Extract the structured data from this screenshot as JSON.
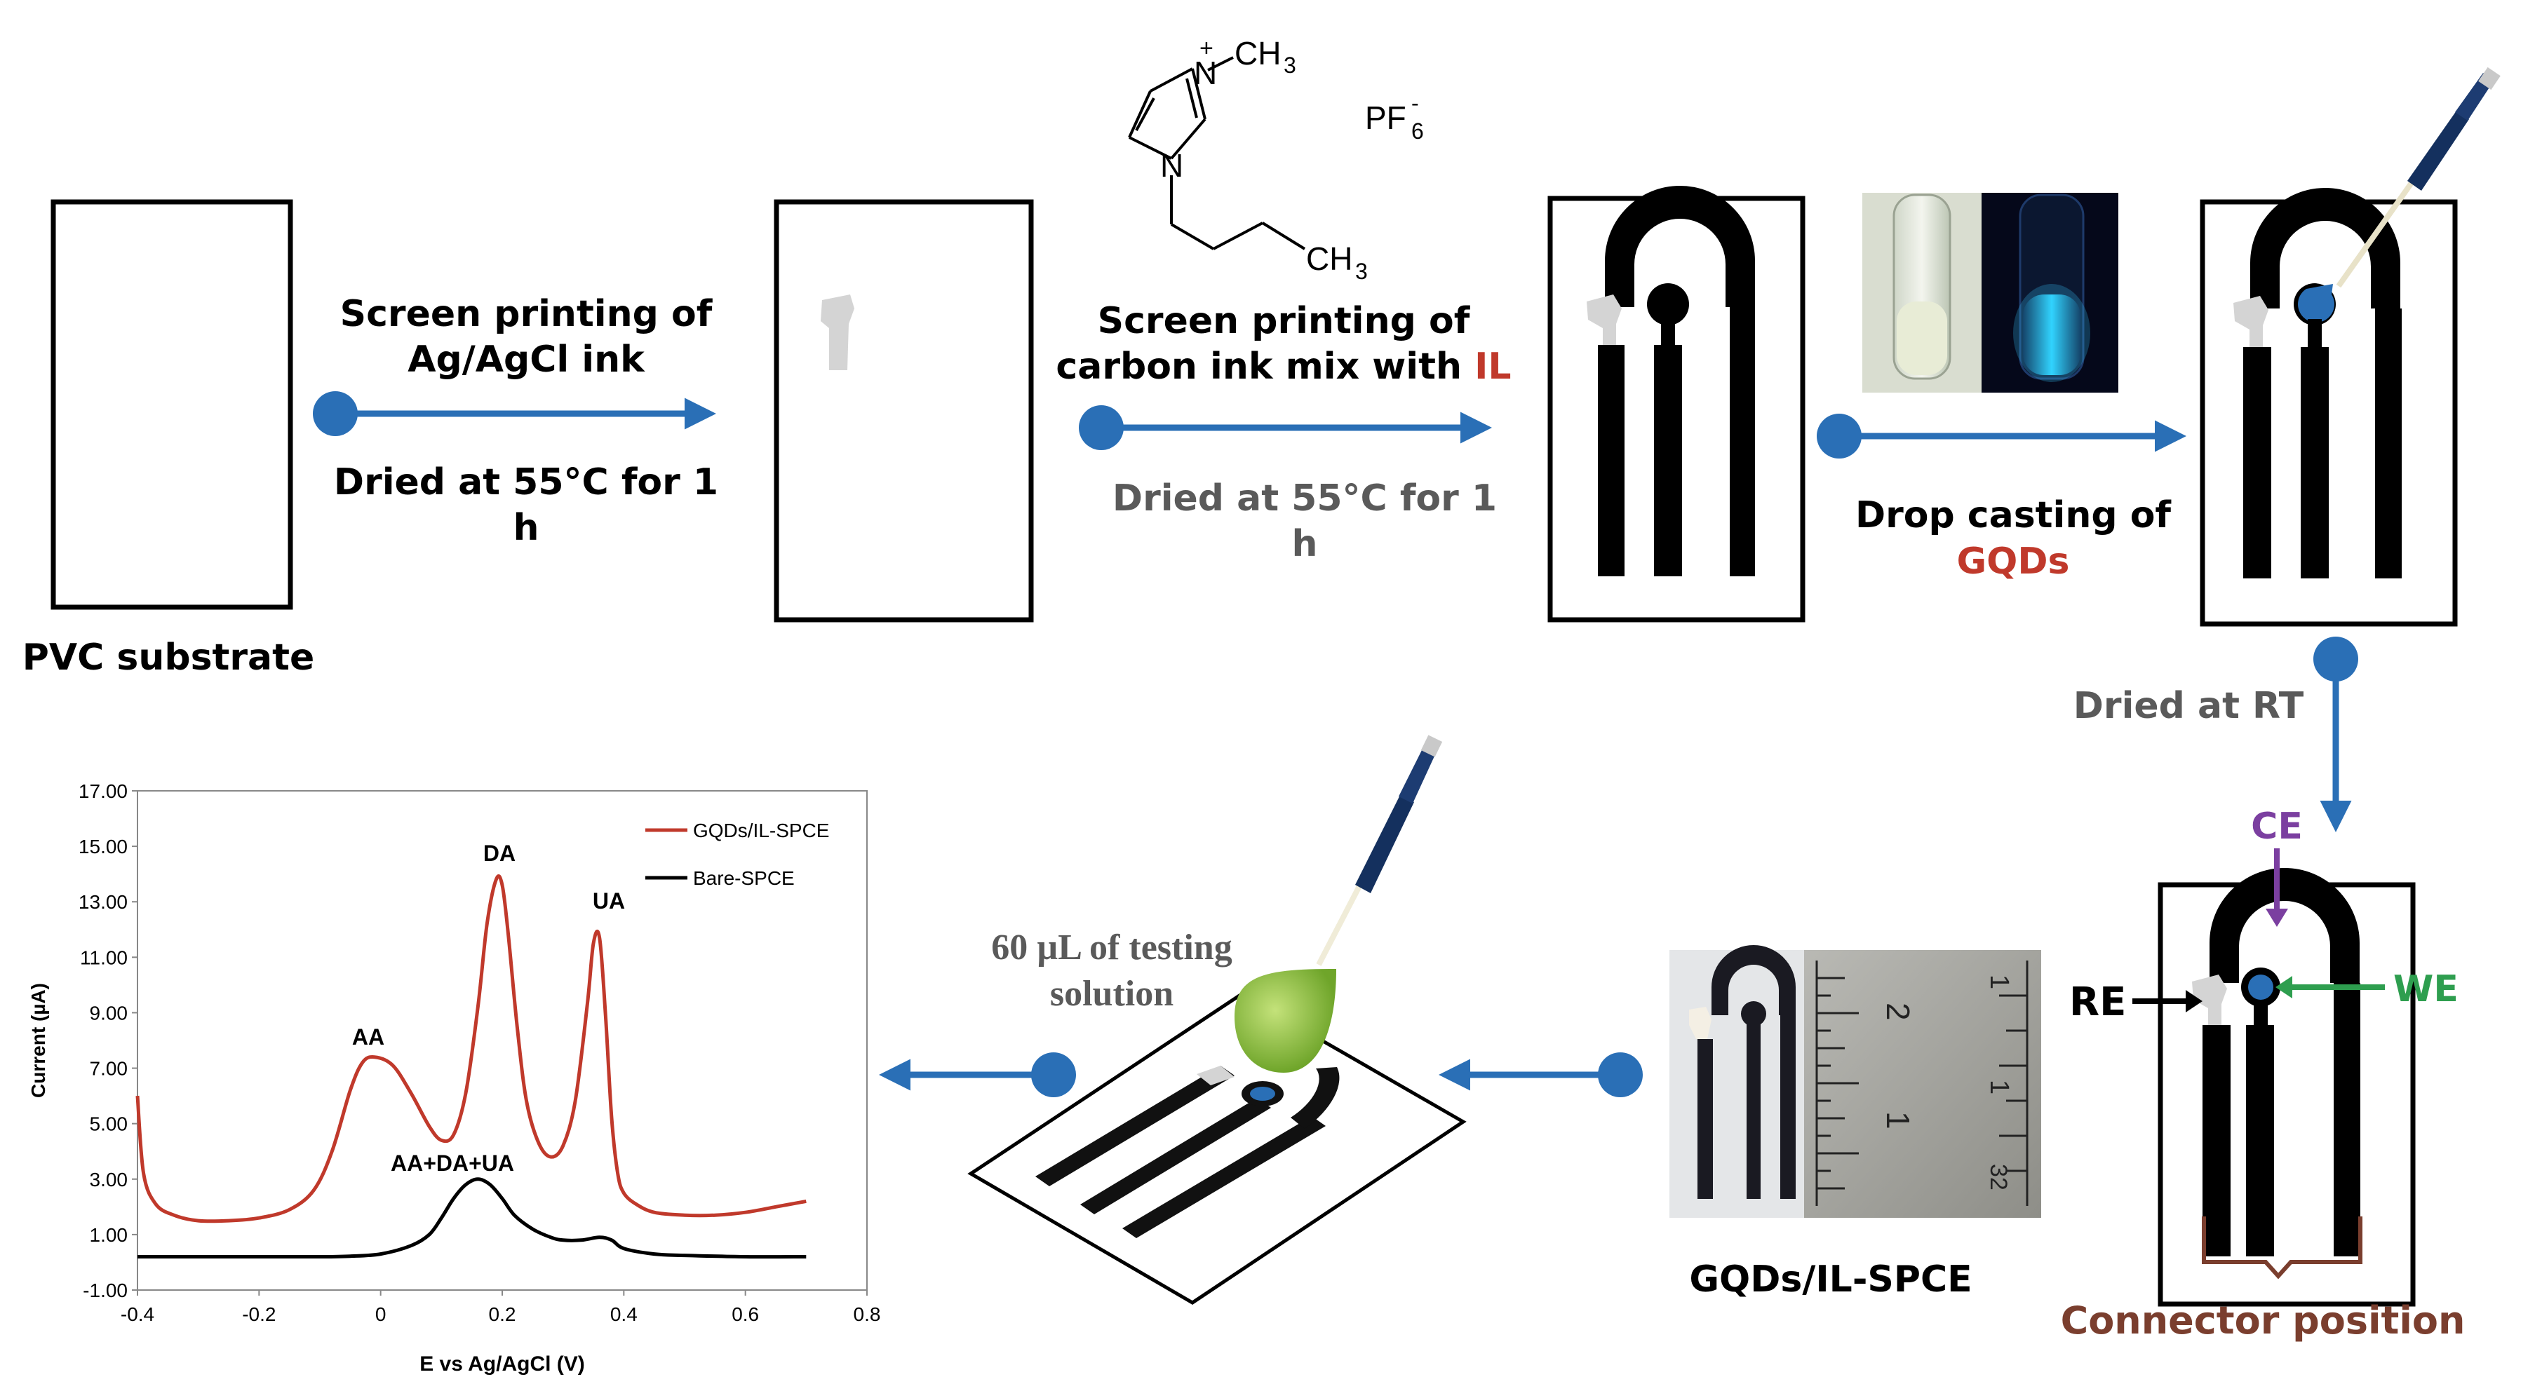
{
  "colors": {
    "arrow": "#2a6fb6",
    "red": "#c0392b",
    "purple": "#7b3fa0",
    "green": "#2e9e4f",
    "brown": "#7a3e2e",
    "gray_text": "#5a5a5a",
    "ink": "#000000",
    "silver": "#d8d8d8",
    "drop_green": "#8cc63f",
    "gqd_blue": "#2a6fb6"
  },
  "steps": {
    "substrate_label": "PVC substrate",
    "step1_title_line1": "Screen printing of",
    "step1_title_line2": "Ag/AgCl ink",
    "step1_dry_line1": "Dried at 55°C for 1",
    "step1_dry_line2": "h",
    "step2_title_line1": "Screen printing of",
    "step2_title_line2_prefix": "carbon ink mix with ",
    "step2_title_line2_highlight": "IL",
    "step2_dry_line1": "Dried at 55°C for 1",
    "step2_dry_line2": "h",
    "step3_title_line1": "Drop casting of",
    "step3_title_line2": "GQDs",
    "step4_dry": "Dried at RT",
    "spce_label": "GQDs/IL-SPCE",
    "testing_line1": "60 µL of testing",
    "testing_line2": "solution"
  },
  "molecule": {
    "n_plus": "N",
    "plus": "+",
    "n_lower": "N",
    "methyl": "CH",
    "methyl_sub": "3",
    "butyl": "CH",
    "butyl_sub": "3",
    "anion": "PF",
    "anion_sub": "6",
    "anion_sup": "-"
  },
  "electrode": {
    "ce": "CE",
    "we": "WE",
    "re": "RE",
    "connector": "Connector position"
  },
  "ruler": {
    "marks": [
      "1",
      "2",
      "1",
      "1",
      "32"
    ]
  },
  "chart_data": {
    "type": "line",
    "xlabel": "E vs Ag/AgCl (V)",
    "ylabel": "Current (µA)",
    "xlim": [
      -0.4,
      0.8
    ],
    "ylim": [
      -1.0,
      17.0
    ],
    "x_ticks": [
      "-0.4",
      "-0.2",
      "0",
      "0.2",
      "0.4",
      "0.6",
      "0.8"
    ],
    "x_tick_values": [
      -0.4,
      -0.2,
      0,
      0.2,
      0.4,
      0.6,
      0.8
    ],
    "y_ticks": [
      "-1.00",
      "1.00",
      "3.00",
      "5.00",
      "7.00",
      "9.00",
      "11.00",
      "13.00",
      "15.00",
      "17.00"
    ],
    "y_tick_values": [
      -1,
      1,
      3,
      5,
      7,
      9,
      11,
      13,
      15,
      17
    ],
    "legend_position": "top-right",
    "series": [
      {
        "name": "GQDs/IL-SPCE",
        "color": "#c0392b",
        "x": [
          -0.4,
          -0.39,
          -0.37,
          -0.34,
          -0.3,
          -0.25,
          -0.2,
          -0.15,
          -0.11,
          -0.08,
          -0.05,
          -0.03,
          -0.01,
          0.02,
          0.05,
          0.08,
          0.1,
          0.12,
          0.14,
          0.16,
          0.175,
          0.19,
          0.2,
          0.21,
          0.225,
          0.24,
          0.26,
          0.28,
          0.3,
          0.32,
          0.34,
          0.35,
          0.36,
          0.37,
          0.38,
          0.39,
          0.4,
          0.42,
          0.45,
          0.5,
          0.55,
          0.6,
          0.65,
          0.7
        ],
        "y": [
          6.0,
          3.2,
          2.1,
          1.7,
          1.5,
          1.5,
          1.6,
          1.9,
          2.6,
          4.0,
          6.2,
          7.2,
          7.4,
          7.1,
          6.1,
          4.9,
          4.4,
          4.6,
          6.1,
          9.2,
          12.2,
          13.8,
          13.6,
          11.8,
          8.4,
          5.8,
          4.3,
          3.8,
          4.2,
          5.8,
          9.3,
          11.5,
          11.7,
          8.9,
          5.2,
          3.2,
          2.5,
          2.1,
          1.8,
          1.7,
          1.7,
          1.8,
          2.0,
          2.2
        ]
      },
      {
        "name": "Bare-SPCE",
        "color": "#000000",
        "x": [
          -0.4,
          -0.3,
          -0.2,
          -0.1,
          -0.05,
          0.0,
          0.05,
          0.08,
          0.1,
          0.12,
          0.14,
          0.16,
          0.18,
          0.2,
          0.22,
          0.25,
          0.28,
          0.3,
          0.33,
          0.36,
          0.38,
          0.4,
          0.45,
          0.5,
          0.6,
          0.7
        ],
        "y": [
          0.2,
          0.2,
          0.2,
          0.2,
          0.22,
          0.3,
          0.6,
          1.0,
          1.6,
          2.3,
          2.8,
          3.0,
          2.8,
          2.3,
          1.7,
          1.2,
          0.9,
          0.8,
          0.8,
          0.9,
          0.8,
          0.5,
          0.3,
          0.25,
          0.2,
          0.2
        ]
      }
    ],
    "annotations": [
      "AA",
      "DA",
      "UA",
      "AA+DA+UA"
    ]
  }
}
